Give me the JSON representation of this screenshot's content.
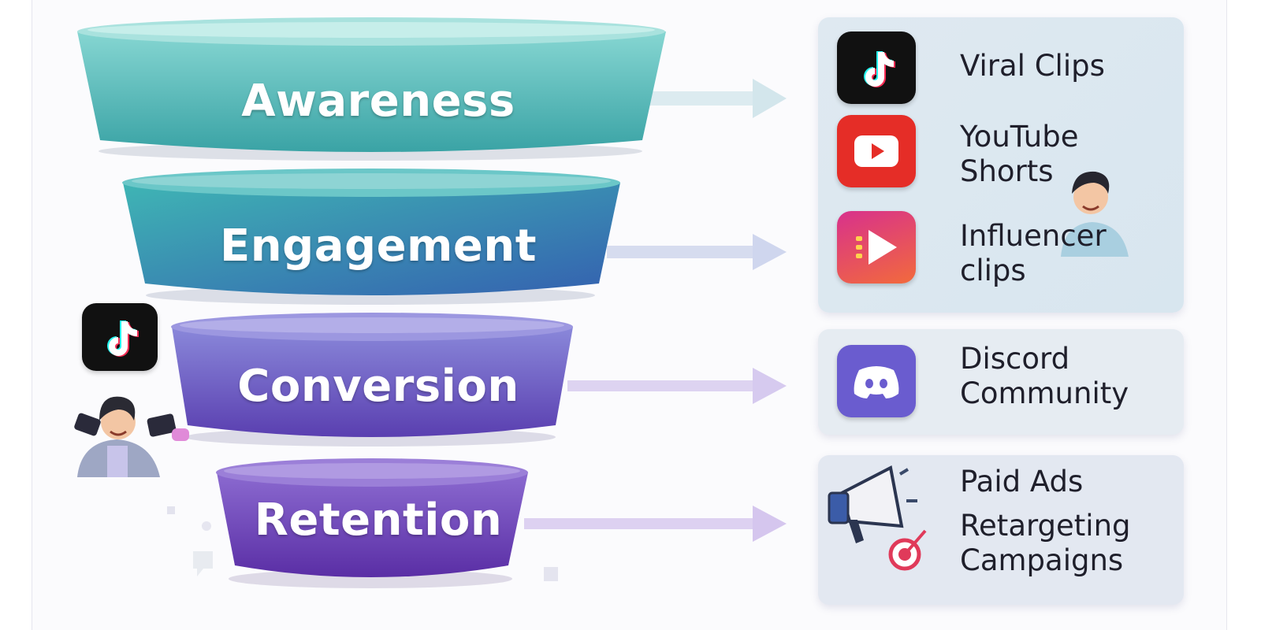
{
  "funnel": {
    "stages": [
      {
        "label": "Awareness",
        "color_top": "#7ed3cf",
        "color_bottom": "#3aa6a6"
      },
      {
        "label": "Engagement",
        "color_top": "#46b8bc",
        "color_bottom": "#3167b3"
      },
      {
        "label": "Conversion",
        "color_top": "#8a86da",
        "color_bottom": "#5a3fb1"
      },
      {
        "label": "Retention",
        "color_top": "#8a68cf",
        "color_bottom": "#5a2ea6"
      }
    ]
  },
  "channels": {
    "viral": {
      "label": "Viral Clips",
      "icon": "tiktok-icon"
    },
    "youtube": {
      "line1": "YouTube",
      "line2": "Shorts",
      "icon": "youtube-icon"
    },
    "influencer": {
      "line1": "Influencer",
      "line2": "clips",
      "icon": "video-play-icon"
    },
    "discord": {
      "line1": "Discord",
      "line2": "Community",
      "icon": "discord-icon"
    },
    "ads": {
      "line1": "Paid Ads",
      "line2": "Retargeting",
      "line3": "Campaigns",
      "icon": "megaphone-icon"
    }
  },
  "colors": {
    "arrow_light": "#d7e8ee",
    "arrow_mid": "#cfd7ee",
    "arrow_purple": "#d9ccef",
    "tiktok_bg": "#111111",
    "youtube_red": "#e52d27",
    "discord_purple": "#6a5ccf"
  }
}
